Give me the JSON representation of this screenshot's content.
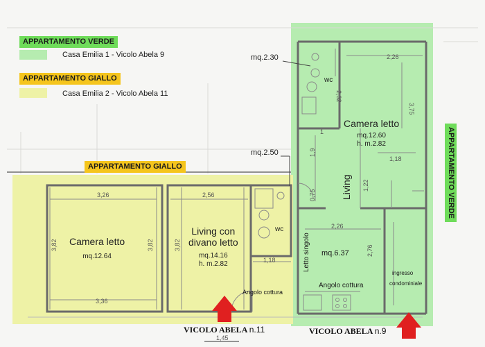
{
  "legend": {
    "green_title": "APPARTAMENTO VERDE",
    "green_text": "Casa Emilia 1 - Vicolo Abela 9",
    "yellow_title": "APPARTAMENTO GIALLO",
    "yellow_text": "Casa Emilia 2 - Vicolo Abela 11"
  },
  "colors": {
    "green_fill": "#b6ecb0",
    "yellow_fill": "#eef2a6",
    "green_tag": "#6fdc5a",
    "yellow_tag": "#f5c51d",
    "arrow": "#e02020"
  },
  "tags": {
    "yellow_mid": "APPARTAMENTO GIALLO",
    "green_side": "APPARTAMENTO VERDE"
  },
  "annotations": {
    "mq_230": "mq.2.30",
    "mq_250": "mq.2.50"
  },
  "rooms": {
    "camera_sx": {
      "name": "Camera letto",
      "area": "mq.12.64"
    },
    "living_sx": {
      "name1": "Living con",
      "name2": "divano letto",
      "area": "mq.14.16",
      "height": "h. m.2.82"
    },
    "wc_sx": "wc",
    "angolo_sx": "Angolo cottura",
    "wc_dx": "wc",
    "camera_dx": {
      "name": "Camera letto",
      "area": "mq.12.60",
      "height": "h. m.2.82"
    },
    "living_dx": "Living",
    "letto_singolo": "Letto singolo",
    "area_dx": "mq.6.37",
    "angolo_dx": "Angolo cottura",
    "ingresso1": "ingresso",
    "ingresso2": "condominiale"
  },
  "dims": {
    "d326": "3,26",
    "d256": "2,56",
    "d336": "3,36",
    "d382a": "3,82",
    "d382b": "3,82",
    "d382c": "3,82",
    "d118a": "1,18",
    "d226a": "2,26",
    "d232": "2,32",
    "d375": "3,75",
    "d1": "1",
    "d19": "1,9",
    "d118b": "1,18",
    "d122": "1,22",
    "d075": "0,75",
    "d226b": "2,26",
    "d276": "2,76",
    "d145": "1,45"
  },
  "streets": {
    "left_name": "VICOLO ABELA",
    "left_num": "n.11",
    "right_name": "VICOLO ABELA",
    "right_num": "n.9"
  }
}
